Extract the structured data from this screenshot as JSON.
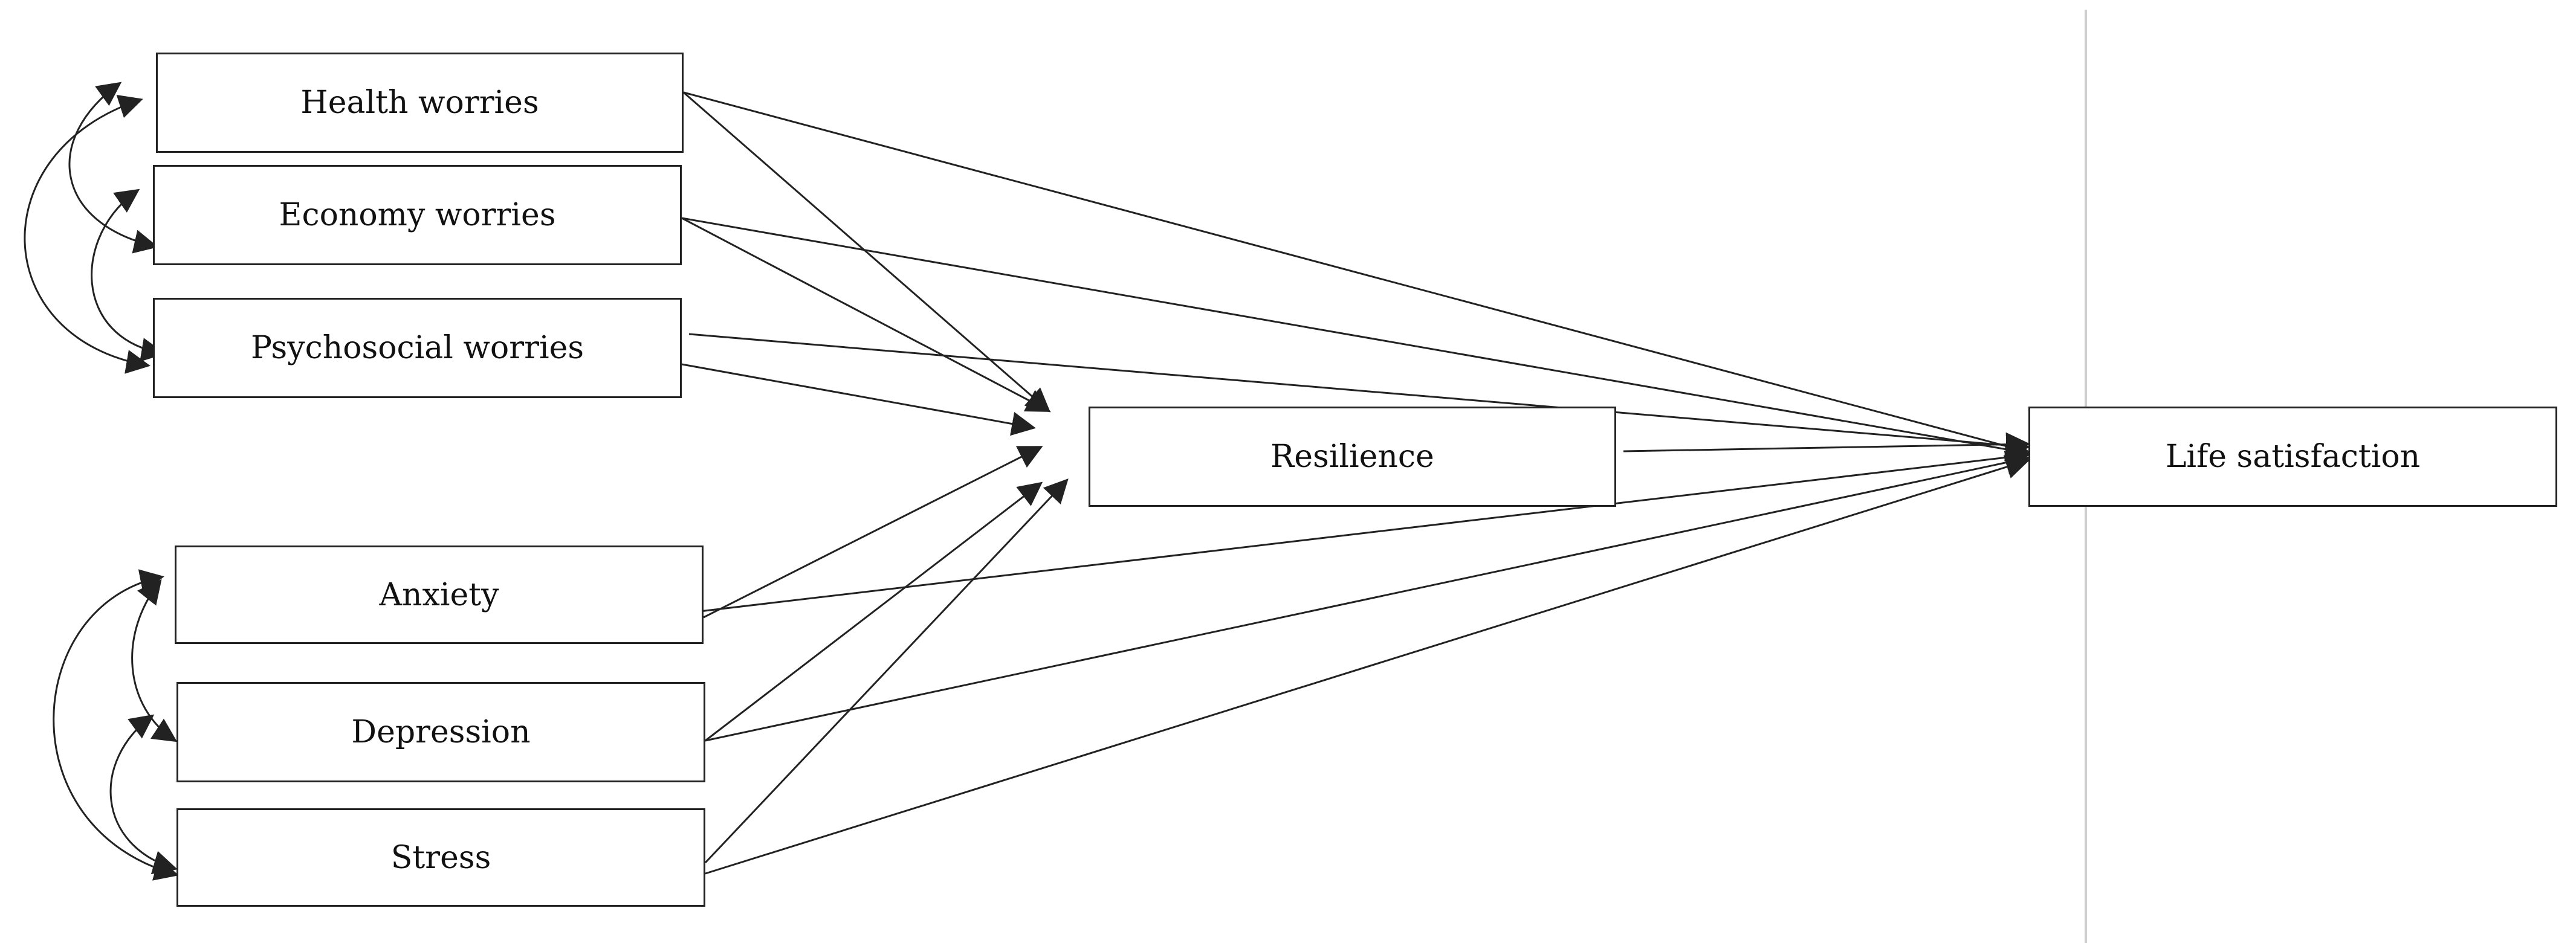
{
  "diagram": {
    "nodes": {
      "health_worries": "Health worries",
      "economy_worries": "Economy worries",
      "psychosocial_worries": "Psychosocial worries",
      "anxiety": "Anxiety",
      "depression": "Depression",
      "stress": "Stress",
      "resilience": "Resilience",
      "life_satisfaction": "Life satisfaction"
    },
    "paths": [
      {
        "from": "health_worries",
        "to": "resilience"
      },
      {
        "from": "health_worries",
        "to": "life_satisfaction"
      },
      {
        "from": "economy_worries",
        "to": "resilience"
      },
      {
        "from": "economy_worries",
        "to": "life_satisfaction"
      },
      {
        "from": "psychosocial_worries",
        "to": "resilience"
      },
      {
        "from": "psychosocial_worries",
        "to": "life_satisfaction"
      },
      {
        "from": "anxiety",
        "to": "resilience"
      },
      {
        "from": "anxiety",
        "to": "life_satisfaction"
      },
      {
        "from": "depression",
        "to": "resilience"
      },
      {
        "from": "depression",
        "to": "life_satisfaction"
      },
      {
        "from": "stress",
        "to": "resilience"
      },
      {
        "from": "stress",
        "to": "life_satisfaction"
      },
      {
        "from": "resilience",
        "to": "life_satisfaction"
      }
    ],
    "covariances": [
      {
        "a": "health_worries",
        "b": "economy_worries"
      },
      {
        "a": "economy_worries",
        "b": "psychosocial_worries"
      },
      {
        "a": "health_worries",
        "b": "psychosocial_worries"
      },
      {
        "a": "anxiety",
        "b": "depression"
      },
      {
        "a": "depression",
        "b": "stress"
      },
      {
        "a": "anxiety",
        "b": "stress"
      }
    ],
    "colors": {
      "stroke": "#222222",
      "divider": "#cfcfcf",
      "text": "#111111"
    }
  }
}
